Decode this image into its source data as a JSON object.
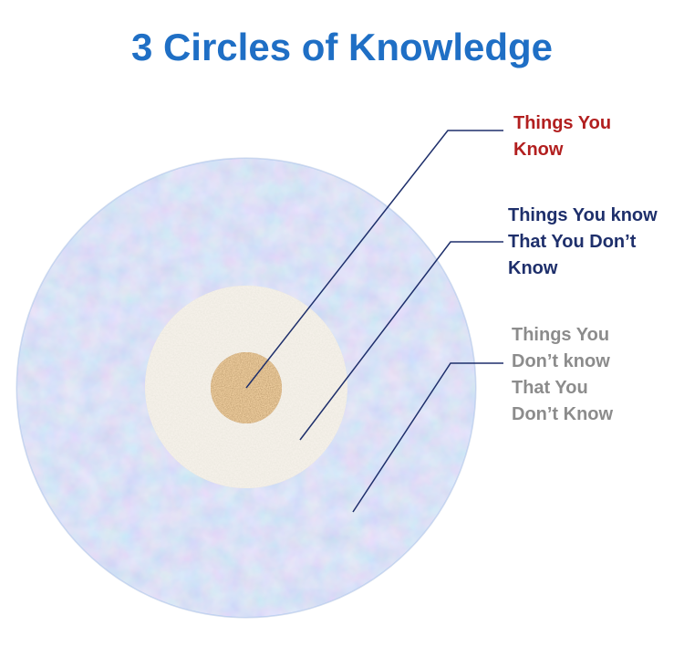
{
  "title": "3 Circles of Knowledge",
  "labels": {
    "things_you_know": [
      "Things You",
      "Know"
    ],
    "things_you_know_that_you_dont_know": [
      "Things You know",
      "That You Don’t",
      "Know"
    ],
    "things_you_dont_know_that_you_dont_know": [
      "Things You",
      "Don’t know",
      "That You",
      "Don’t Know"
    ]
  },
  "colors": {
    "title": "#1F6FC5",
    "label_know": "#B21F1F",
    "label_know_dont": "#1E2F6B",
    "label_dont_dont": "#8C8C8C",
    "outer_circle": "#B6CCF1",
    "middle_circle": "#E4DDD0",
    "inner_circle": "#B5824F",
    "leader_line": "#1E2F6B"
  }
}
